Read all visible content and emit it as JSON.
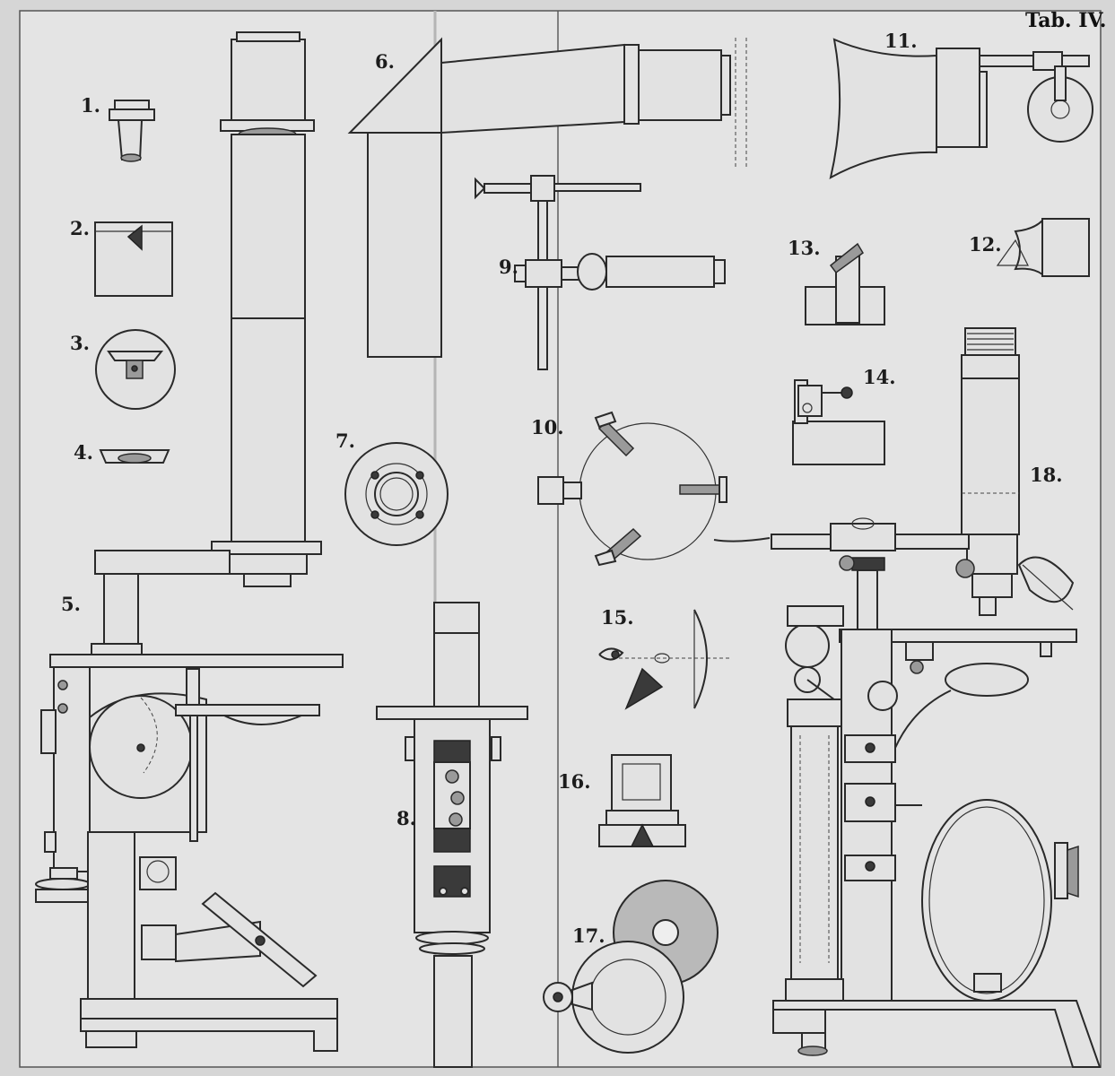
{
  "plate": {
    "title": "Tab. IV.",
    "figures": [
      "1.",
      "2.",
      "3.",
      "4.",
      "5.",
      "6.",
      "7.",
      "8.",
      "9.",
      "10.",
      "11.",
      "12.",
      "13.",
      "14.",
      "15.",
      "16.",
      "17.",
      "18."
    ]
  }
}
